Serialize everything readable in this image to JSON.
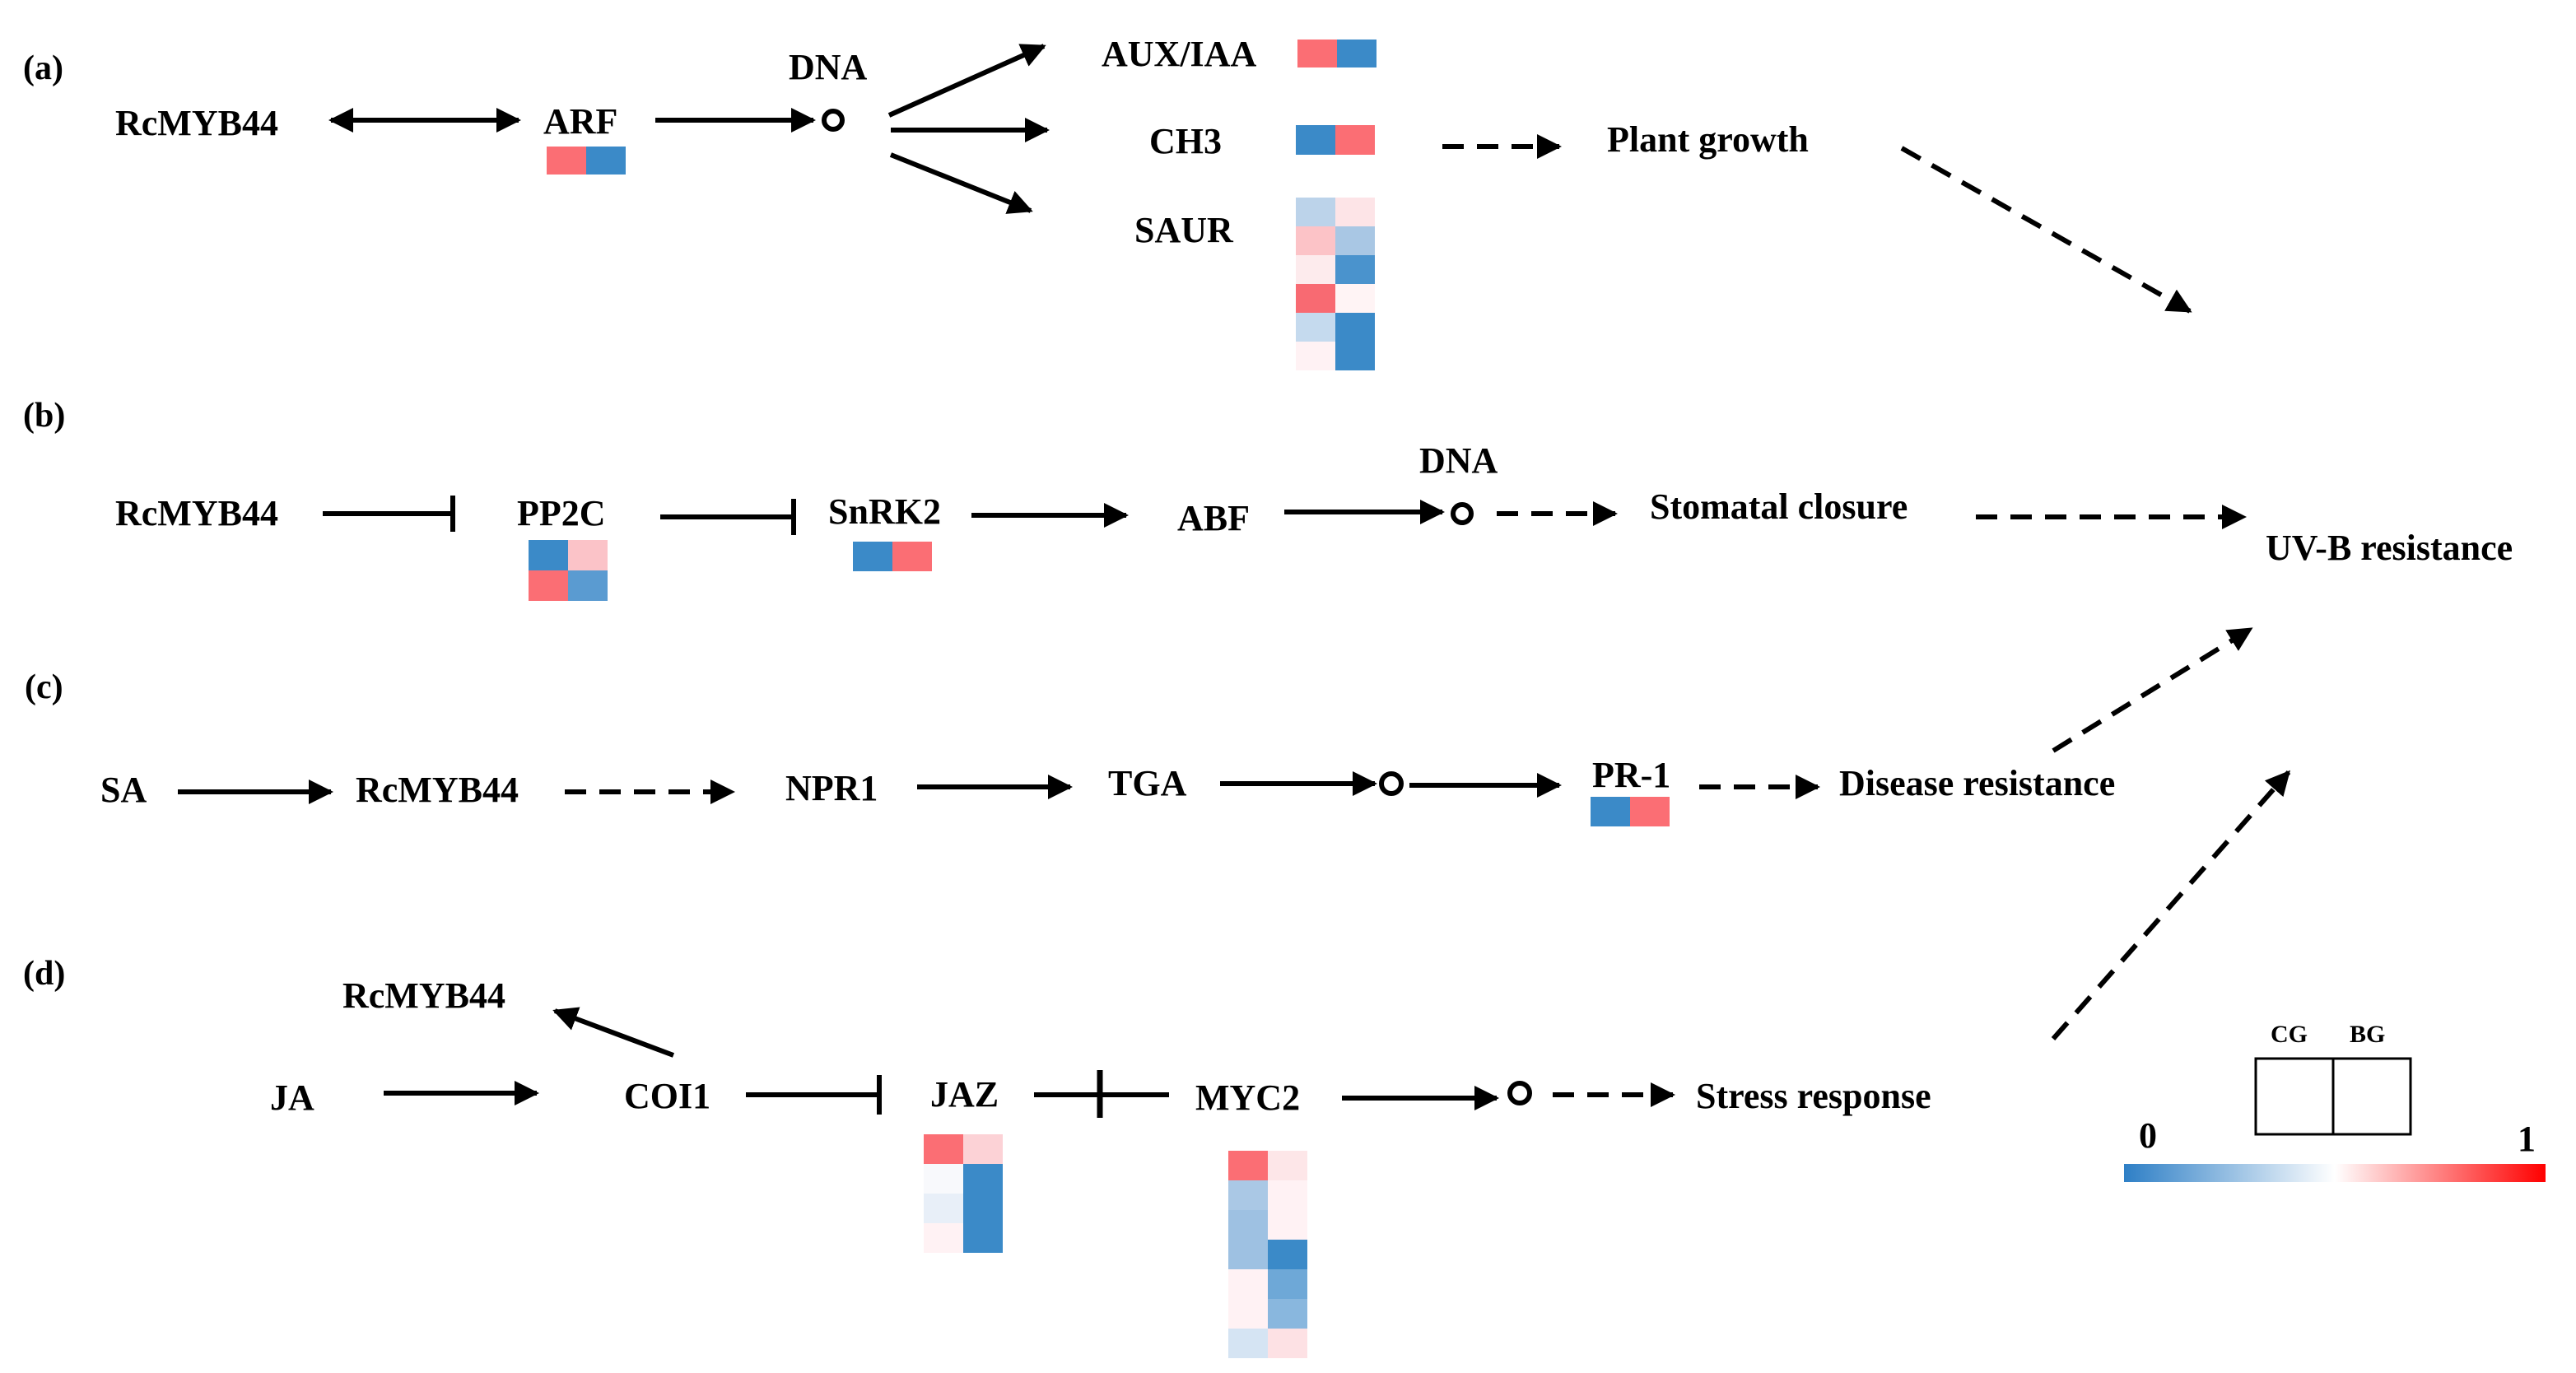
{
  "panels": {
    "a": "(a)",
    "b": "(b)",
    "c": "(c)",
    "d": "(d)"
  },
  "nodes": {
    "a_rcmyb44": "RcMYB44",
    "a_arf": "ARF",
    "a_dna": "DNA",
    "a_auxiaa": "AUX/IAA",
    "a_ch3": "CH3",
    "a_saur": "SAUR",
    "a_plant_growth": "Plant growth",
    "b_rcmyb44": "RcMYB44",
    "b_pp2c": "PP2C",
    "b_snrk2": "SnRK2",
    "b_abf": "ABF",
    "b_dna": "DNA",
    "b_stomatal": "Stomatal closure",
    "uvb": "UV-B resistance",
    "c_sa": "SA",
    "c_rcmyb44": "RcMYB44",
    "c_npr1": "NPR1",
    "c_tga": "TGA",
    "c_pr1": "PR-1",
    "c_disease": "Disease resistance",
    "d_rcmyb44": "RcMYB44",
    "d_ja": "JA",
    "d_coi1": "COI1",
    "d_jaz": "JAZ",
    "d_myc2": "MYC2",
    "d_stress": "Stress response"
  },
  "legend": {
    "col1": "CG",
    "col2": "BG",
    "min": "0",
    "max": "1",
    "color_low": "#2e7fc6",
    "color_mid": "#ffffff",
    "color_high": "#ff0000"
  },
  "heatmaps": {
    "arf": [
      [
        "#fb6e74",
        "#3b8ac8"
      ]
    ],
    "auxiaa": [
      [
        "#fb6e74",
        "#3b8ac8"
      ]
    ],
    "ch3": [
      [
        "#3b8ac8",
        "#fb6e74"
      ]
    ],
    "saur": [
      [
        "#bcd3ea",
        "#fde4e7"
      ],
      [
        "#fcc3c7",
        "#a9c7e4"
      ],
      [
        "#fdebed",
        "#4a93cd"
      ],
      [
        "#f86a72",
        "#fff4f5"
      ],
      [
        "#c5daee",
        "#3b8ac8"
      ],
      [
        "#fff2f4",
        "#3b8ac8"
      ]
    ],
    "pp2c": [
      [
        "#3b8ac8",
        "#fbc3c8"
      ],
      [
        "#fb6e74",
        "#5a9bd1"
      ]
    ],
    "snrk2": [
      [
        "#3b8ac8",
        "#fb6e74"
      ]
    ],
    "pr1": [
      [
        "#3b8ac8",
        "#fb6e74"
      ]
    ],
    "jaz": [
      [
        "#fb6e74",
        "#fcd2d6"
      ],
      [
        "#f8f9fc",
        "#3b8ac8"
      ],
      [
        "#e8eff8",
        "#3b8ac8"
      ],
      [
        "#fff2f4",
        "#3b8ac8"
      ]
    ],
    "myc2": [
      [
        "#fb6e74",
        "#fde6e8"
      ],
      [
        "#aac8e5",
        "#fff2f4"
      ],
      [
        "#9ec1e2",
        "#fff2f4"
      ],
      [
        "#9ec1e2",
        "#3b8ac8"
      ],
      [
        "#fff2f4",
        "#6ea8d7"
      ],
      [
        "#fff2f4",
        "#89b7de"
      ],
      [
        "#d5e4f3",
        "#fde1e4"
      ]
    ]
  }
}
